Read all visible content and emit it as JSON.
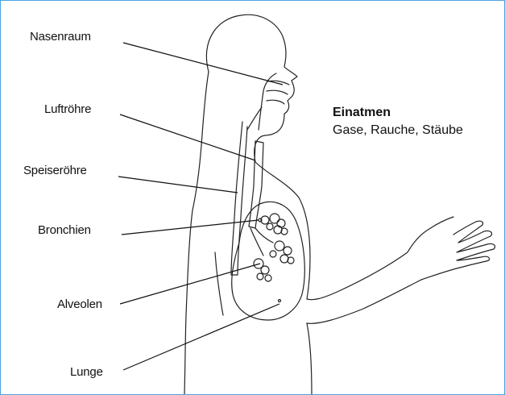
{
  "diagram": {
    "heading": "Einatmen",
    "subheading": "Gase, Rauche, Stäube",
    "labels": {
      "nasenraum": "Nasenraum",
      "luftroehre": "Luftröhre",
      "speiseroehre": "Speiseröhre",
      "bronchien": "Bronchien",
      "alveolen": "Alveolen",
      "lunge": "Lunge"
    }
  },
  "colors": {
    "border": "#4aa3df",
    "outline": "#222222",
    "text": "#111111",
    "background": "#ffffff"
  }
}
